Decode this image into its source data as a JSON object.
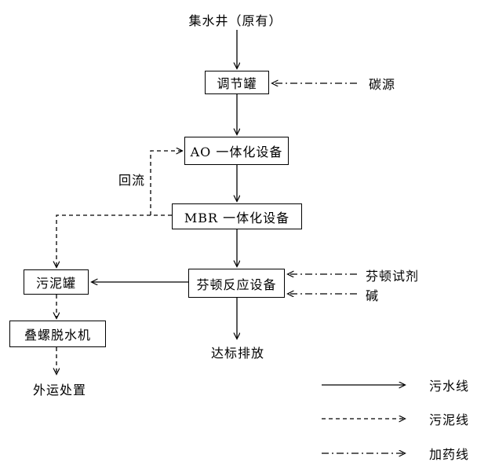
{
  "diagram": {
    "source_label": "集水井（原有）",
    "nodes": {
      "regulating_tank": "调节罐",
      "ao_unit": "AO 一体化设备",
      "mbr_unit": "MBR 一体化设备",
      "fenton_unit": "芬顿反应设备",
      "sludge_tank": "污泥罐",
      "screw_dewaterer": "叠螺脱水机"
    },
    "annotations": {
      "carbon_source": "碳源",
      "reflux": "回流",
      "fenton_reagent": "芬顿试剂",
      "alkali": "碱",
      "discharge": "达标排放",
      "offsite_disposal": "外运处置"
    },
    "legend": {
      "sewage_line": "污水线",
      "sludge_line": "污泥线",
      "dosing_line": "加药线"
    },
    "colors": {
      "line": "#000000",
      "background": "#ffffff"
    }
  }
}
